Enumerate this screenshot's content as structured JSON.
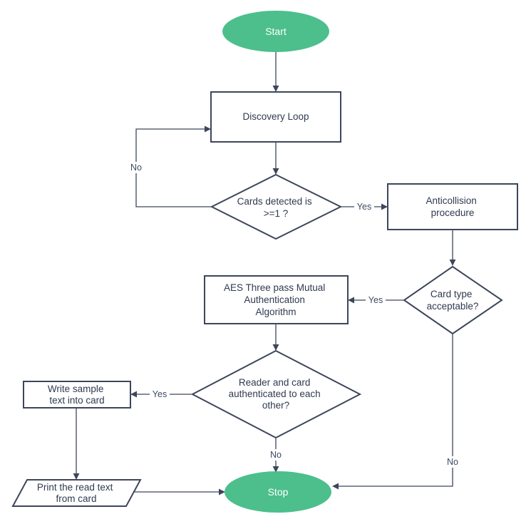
{
  "nodes": {
    "start": "Start",
    "discovery": "Discovery Loop",
    "cards_detected": [
      "Cards detected is",
      ">=1 ?"
    ],
    "anticollision": [
      "Anticollision",
      "procedure"
    ],
    "card_type": [
      "Card type",
      "acceptable?"
    ],
    "aes": [
      "AES Three pass Mutual",
      "Authentication",
      "Algorithm"
    ],
    "reader_auth": [
      "Reader and card",
      "authenticated to each",
      "other?"
    ],
    "write": [
      "Write sample",
      "text into card"
    ],
    "print": [
      "Print the read text",
      "from card"
    ],
    "stop": "Stop"
  },
  "edges": {
    "no_loop": "No",
    "yes_detected": "Yes",
    "yes_type": "Yes",
    "yes_auth": "Yes",
    "no_auth": "No",
    "no_type": "No"
  },
  "colors": {
    "terminal": "#4cbf8c",
    "stroke": "#3d465a"
  }
}
